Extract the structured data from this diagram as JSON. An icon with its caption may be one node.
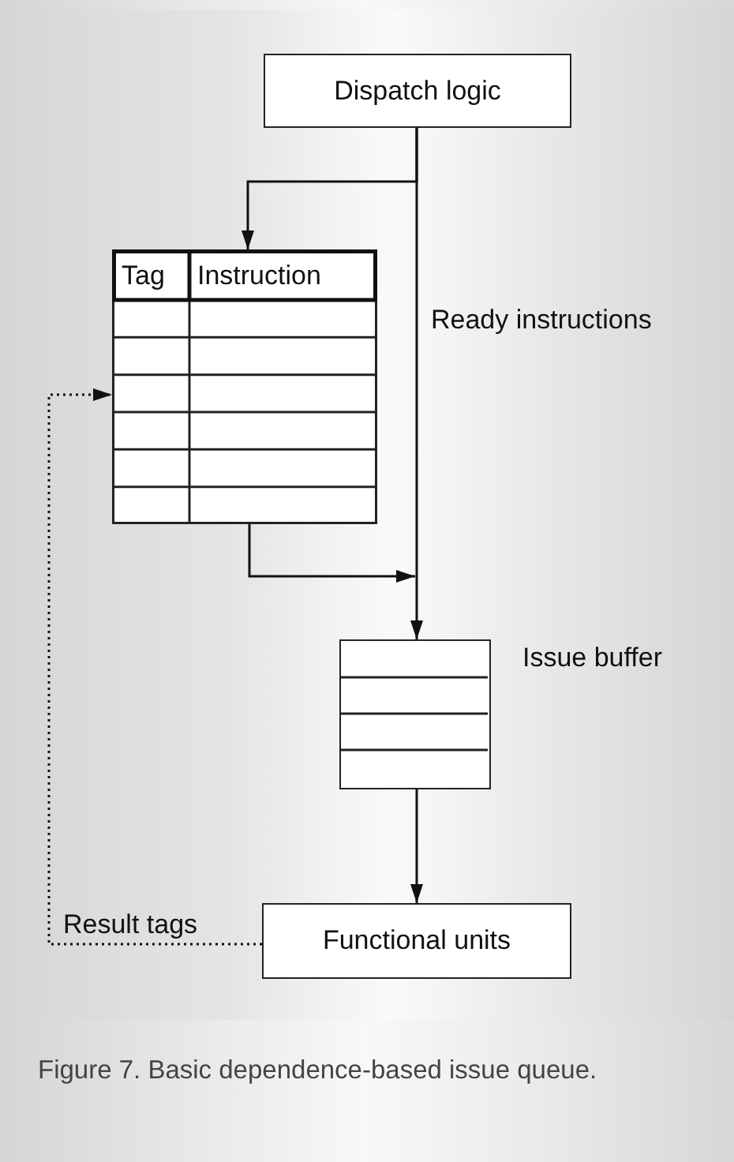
{
  "diagram": {
    "caption": "Figure 7. Basic dependence-based issue queue.",
    "nodes": [
      {
        "text": [
          "Dispatch logic"
        ]
      },
      {
        "text": [
          "Tag",
          "Instruction"
        ]
      },
      {
        "text": [],
        "shape": "box",
        "beside": [
          "Issue buffer"
        ]
      },
      {
        "text": [
          "Functional units"
        ]
      }
    ],
    "edges": [
      {
        "from": 0,
        "to": 1,
        "arrow": "to"
      },
      {
        "from": 0,
        "to": 2,
        "arrow": "to",
        "label": "Ready instructions"
      },
      {
        "from": 1,
        "to": 2,
        "arrow": "to"
      },
      {
        "from": 2,
        "to": 3,
        "arrow": "to"
      },
      {
        "from": 3,
        "to": 1,
        "arrow": "to",
        "label": "Result tags",
        "style": "dashed"
      }
    ]
  }
}
